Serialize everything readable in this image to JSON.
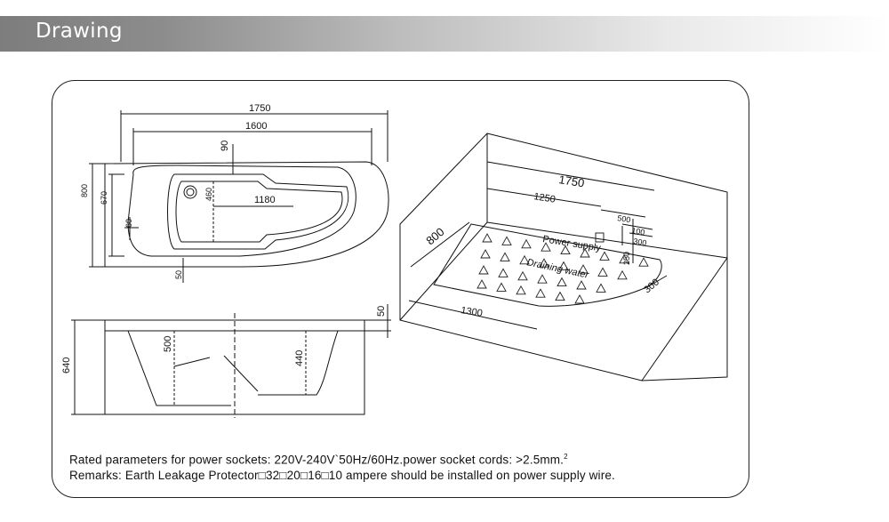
{
  "header": {
    "title": "Drawing"
  },
  "top_view": {
    "dims": {
      "overall_length": "1750",
      "inner_length": "1600",
      "top_margin": "90",
      "overall_width": "800",
      "inner_width": "670",
      "pillow_width": "460",
      "basin_length": "1180",
      "side_margin": "60",
      "bottom_margin": "50"
    }
  },
  "side_view": {
    "dims": {
      "rim": "50",
      "height": "640",
      "depth_left": "500",
      "depth_right": "440"
    }
  },
  "floor_plan": {
    "dims": {
      "length": "1750",
      "inner_length": "1250",
      "width": "800",
      "floor_length": "1300",
      "offset_500": "500",
      "socket_100": "100",
      "socket_300": "300",
      "height_250": "250",
      "end_300": "300"
    },
    "labels": {
      "power_supply": "Power supply",
      "drain_water": "Draining water"
    }
  },
  "remarks": {
    "line1": "Rated parameters for power sockets: 220V-240V`50Hz/60Hz.power socket cords: >2.5mm.",
    "line1_sup": "2",
    "line2": "Remarks: Earth Leakage Protector□32□20□16□10 ampere should be installed on power supply wire."
  }
}
